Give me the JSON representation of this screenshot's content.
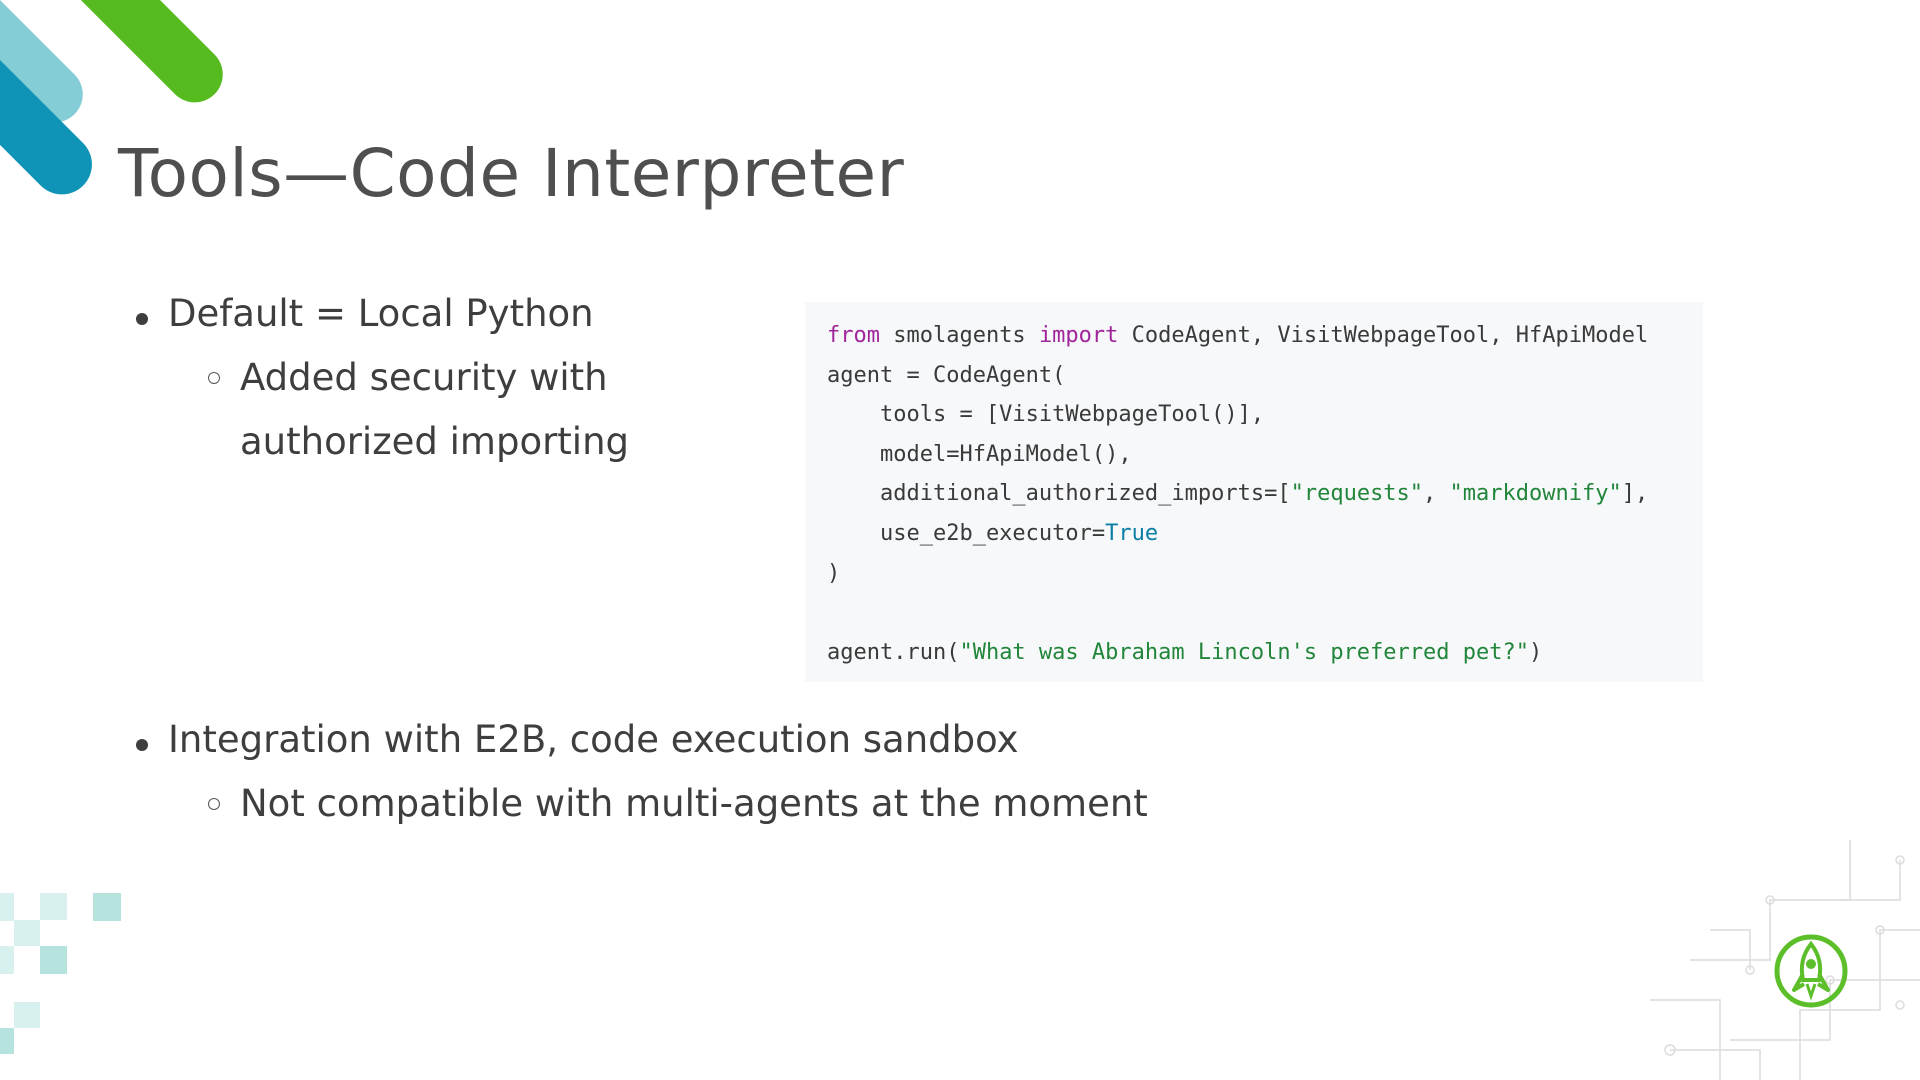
{
  "slide": {
    "title": "Tools—Code Interpreter",
    "bullets": [
      {
        "text": "Default = Local Python",
        "sub": [
          "Added security with",
          "authorized importing"
        ]
      },
      {
        "text": "Integration with E2B, code execution sandbox",
        "sub": [
          "Not compatible with multi-agents at the moment"
        ]
      }
    ],
    "code": {
      "line1": {
        "kw1": "from",
        "a": " smolagents ",
        "kw2": "import",
        "b": " CodeAgent, VisitWebpageTool, HfApiModel"
      },
      "line2": "agent = CodeAgent(",
      "line3": "    tools = [VisitWebpageTool()],",
      "line4": "    model=HfApiModel(),",
      "line5": {
        "a": "    additional_authorized_imports=[",
        "s1": "\"requests\"",
        "b": ", ",
        "s2": "\"markdownify\"",
        "c": "],"
      },
      "line6": {
        "a": "    use_e2b_executor=",
        "bool": "True"
      },
      "line7": ")",
      "line8": "",
      "line9": {
        "a": "agent.run(",
        "s": "\"What was Abraham Lincoln's preferred pet?\"",
        "b": ")"
      }
    }
  },
  "colors": {
    "stripe_light": "#84ccd6",
    "stripe_green": "#56bb1f",
    "stripe_teal": "#0f94b7",
    "logo_green": "#5cbf2a",
    "code_bg": "#f6f8fa"
  },
  "icons": {
    "logo": "rocket-circle-logo-icon"
  }
}
